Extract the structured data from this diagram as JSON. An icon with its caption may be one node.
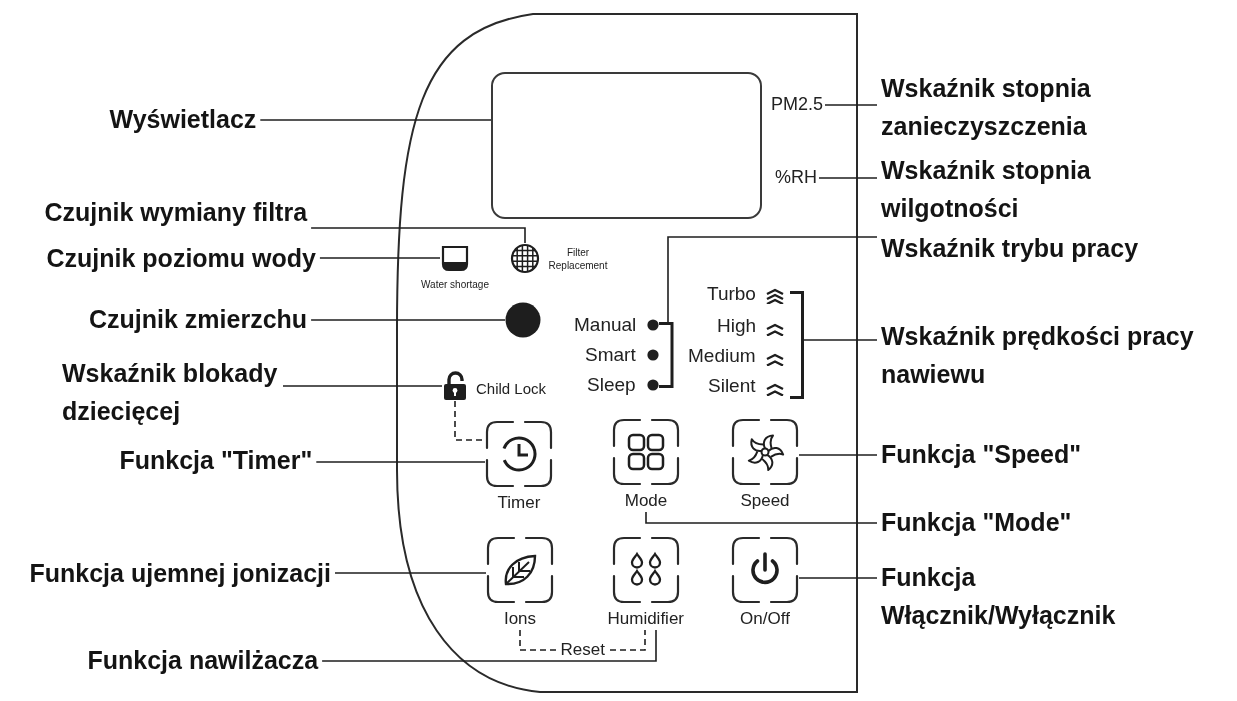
{
  "diagram": {
    "nodes": [
      {
        "text": [],
        "shape": "box"
      },
      {
        "text": [
          "Wyświetlacz"
        ]
      },
      {
        "text": [],
        "shape": "box",
        "in": 0
      },
      {
        "text": [
          "PM2.5"
        ],
        "in": 0
      },
      {
        "text": [
          "Wskaźnik stopnia zanieczyszczenia"
        ]
      },
      {
        "text": [
          "%RH"
        ],
        "in": 0
      },
      {
        "text": [
          "Wskaźnik stopnia wilgotności"
        ]
      },
      {
        "text": [
          "Czujnik wymiany filtra"
        ]
      },
      {
        "text": [],
        "shape": "circle",
        "in": 0
      },
      {
        "text": [
          "Czujnik poziomu wody"
        ]
      },
      {
        "text": [],
        "shape": "picture",
        "in": 0
      },
      {
        "text": [
          "Wskaźnik trybu pracy"
        ]
      },
      {
        "text": [],
        "shape": "bracket",
        "in": 0
      },
      {
        "text": [
          "Czujnik zmierzchu"
        ]
      },
      {
        "text": [],
        "shape": "circle",
        "in": 0
      },
      {
        "text": [],
        "shape": "bracket",
        "in": 0
      },
      {
        "text": [
          "Wskaźnik prędkości pracy nawiewu"
        ]
      },
      {
        "text": [
          "Wskaźnik blokady dziecięcej"
        ]
      },
      {
        "text": [],
        "shape": "picture",
        "in": 0
      },
      {
        "text": [
          "Funkcja \"Timer\""
        ]
      },
      {
        "text": [
          "Timer"
        ],
        "in": 0
      },
      {
        "text": [
          "Mode"
        ],
        "in": 0
      },
      {
        "text": [
          "Speed"
        ],
        "in": 0
      },
      {
        "text": [
          "Funkcja \"Speed\""
        ]
      },
      {
        "text": [
          "Funkcja \"Mode\""
        ]
      },
      {
        "text": [
          "Funkcja ujemnej jonizacji"
        ]
      },
      {
        "text": [
          "Ions"
        ],
        "in": 0
      },
      {
        "text": [
          "Humidifier"
        ],
        "in": 0
      },
      {
        "text": [
          "On/Off"
        ],
        "in": 0
      },
      {
        "text": [
          "Funkcja Włącznik/Wyłącznik"
        ]
      },
      {
        "text": [
          "Funkcja nawilżacza"
        ]
      }
    ],
    "edges": [
      {
        "from": 1,
        "to": 2,
        "arrow": "none"
      },
      {
        "from": 4,
        "to": 3,
        "arrow": "none"
      },
      {
        "from": 6,
        "to": 5,
        "arrow": "none"
      },
      {
        "from": 7,
        "to": 8,
        "arrow": "none"
      },
      {
        "from": 9,
        "to": 10,
        "arrow": "none"
      },
      {
        "from": 11,
        "to": 12,
        "arrow": "none"
      },
      {
        "from": 13,
        "to": 14,
        "arrow": "none"
      },
      {
        "from": 16,
        "to": 15,
        "arrow": "none"
      },
      {
        "from": 17,
        "to": 18,
        "arrow": "none"
      },
      {
        "from": 18,
        "to": 20,
        "arrow": "none",
        "style": "dashed"
      },
      {
        "from": 19,
        "to": 20,
        "arrow": "none"
      },
      {
        "from": 23,
        "to": 22,
        "arrow": "none"
      },
      {
        "from": 24,
        "to": 21,
        "arrow": "none"
      },
      {
        "from": 25,
        "to": 26,
        "arrow": "none"
      },
      {
        "from": 26,
        "to": 27,
        "arrow": "none",
        "style": "dashed",
        "label": "Reset"
      },
      {
        "from": 29,
        "to": 28,
        "arrow": "none"
      },
      {
        "from": 30,
        "to": 27,
        "arrow": "none"
      }
    ],
    "labels": [
      "Filter Replacement",
      "Water shortage",
      "Turbo",
      "Manual",
      "High",
      "Smart",
      "Medium",
      "Sleep",
      "Silent",
      "Child Lock"
    ]
  }
}
